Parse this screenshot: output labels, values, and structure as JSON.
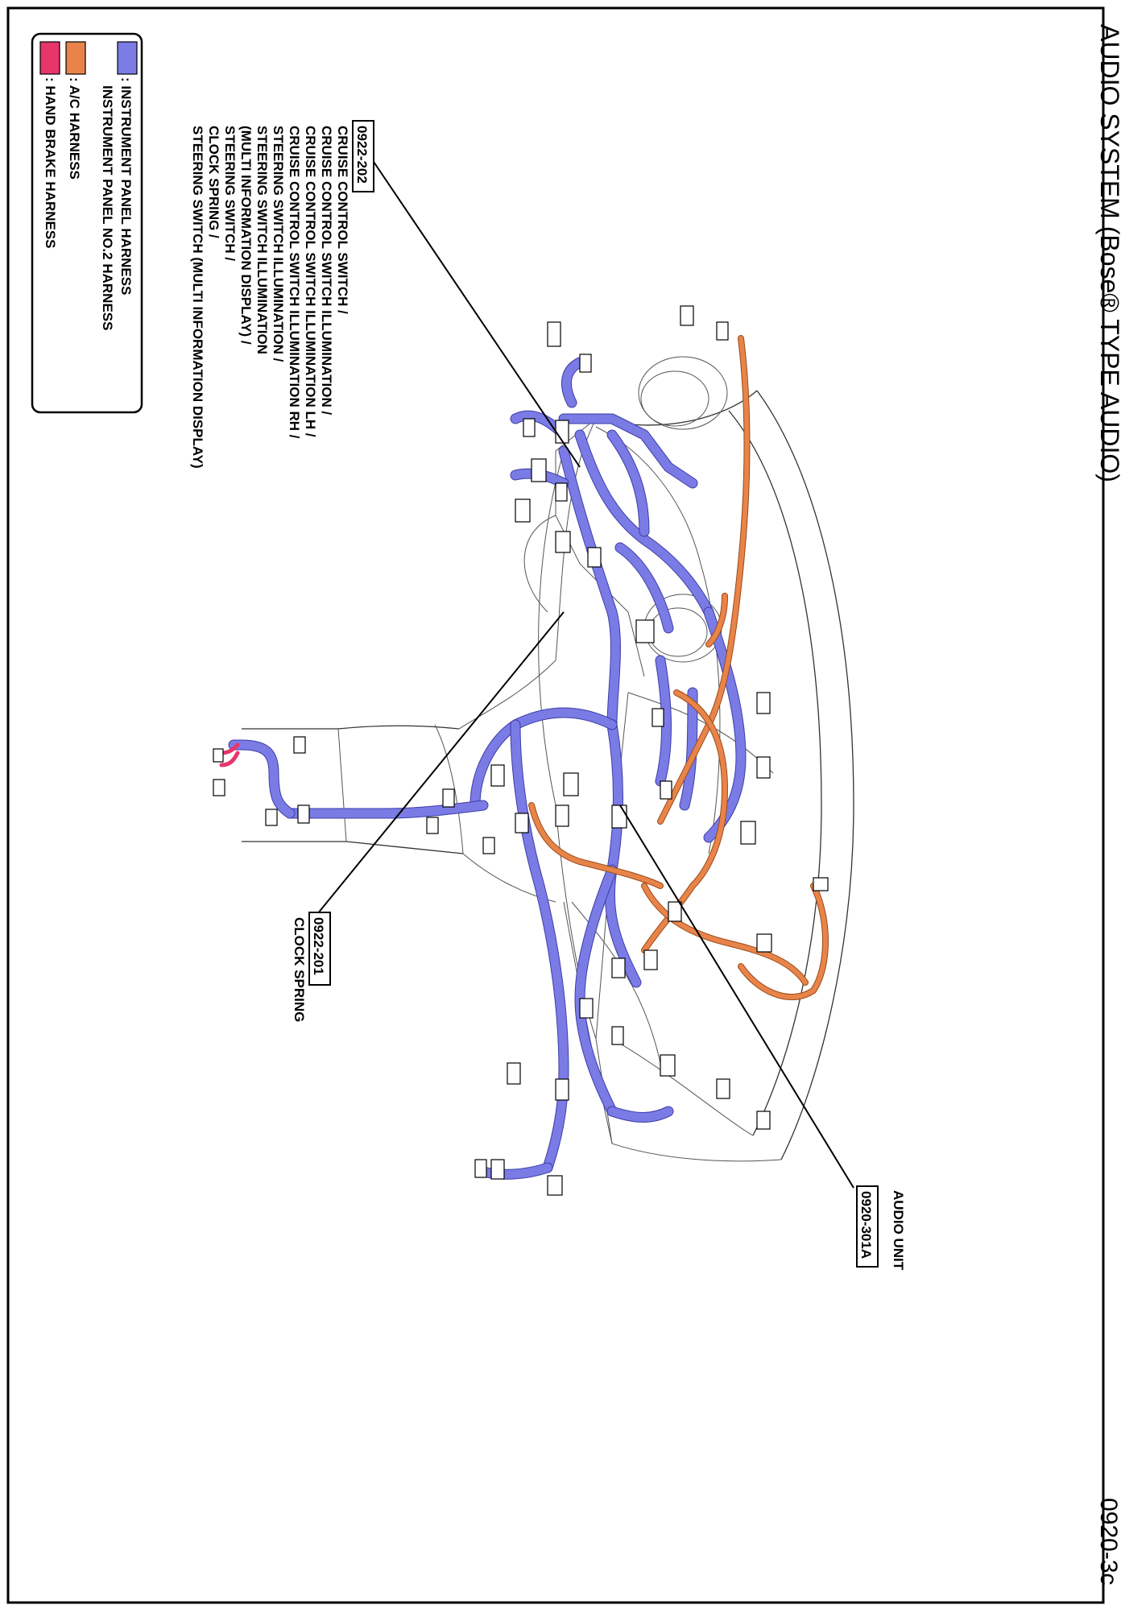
{
  "header": {
    "title": "AUDIO SYSTEM (Bose® TYPE AUDIO)",
    "page_number": "0920-3c"
  },
  "callouts": {
    "steering_switch": {
      "code": "0922-202",
      "lines": [
        "CRUISE CONTROL SWITCH /",
        "CRUISE CONTROL SWITCH ILLUMINATION /",
        "CRUISE CONTROL SWITCH ILLUMINATION LH /",
        "CRUISE CONTROL SWITCH ILLUMINATION RH /",
        "STEERING SWITCH ILLUMINATION /",
        "STEERING SWITCH ILLUMINATION",
        "(MULTI INFORMATION DISPLAY) /",
        "STEERING SWITCH /",
        "CLOCK SPRING /",
        "STEERING SWITCH (MULTI INFORMATION DISPLAY)"
      ]
    },
    "clock_spring": {
      "code": "0922-201",
      "label": "CLOCK SPRING"
    },
    "audio_unit": {
      "code": "0920-301A",
      "label": "AUDIO UNIT"
    }
  },
  "legend": {
    "items": [
      {
        "label": ": INSTRUMENT PANEL HARNESS",
        "color": "#7b7be6"
      },
      {
        "label": "INSTRUMENT PANEL NO.2 HARNESS",
        "color": "#7b7be6"
      },
      {
        "label": ": A/C HARNESS",
        "color": "#e8844a"
      },
      {
        "label": ": HAND BRAKE HARNESS",
        "color": "#e8356a"
      }
    ]
  }
}
